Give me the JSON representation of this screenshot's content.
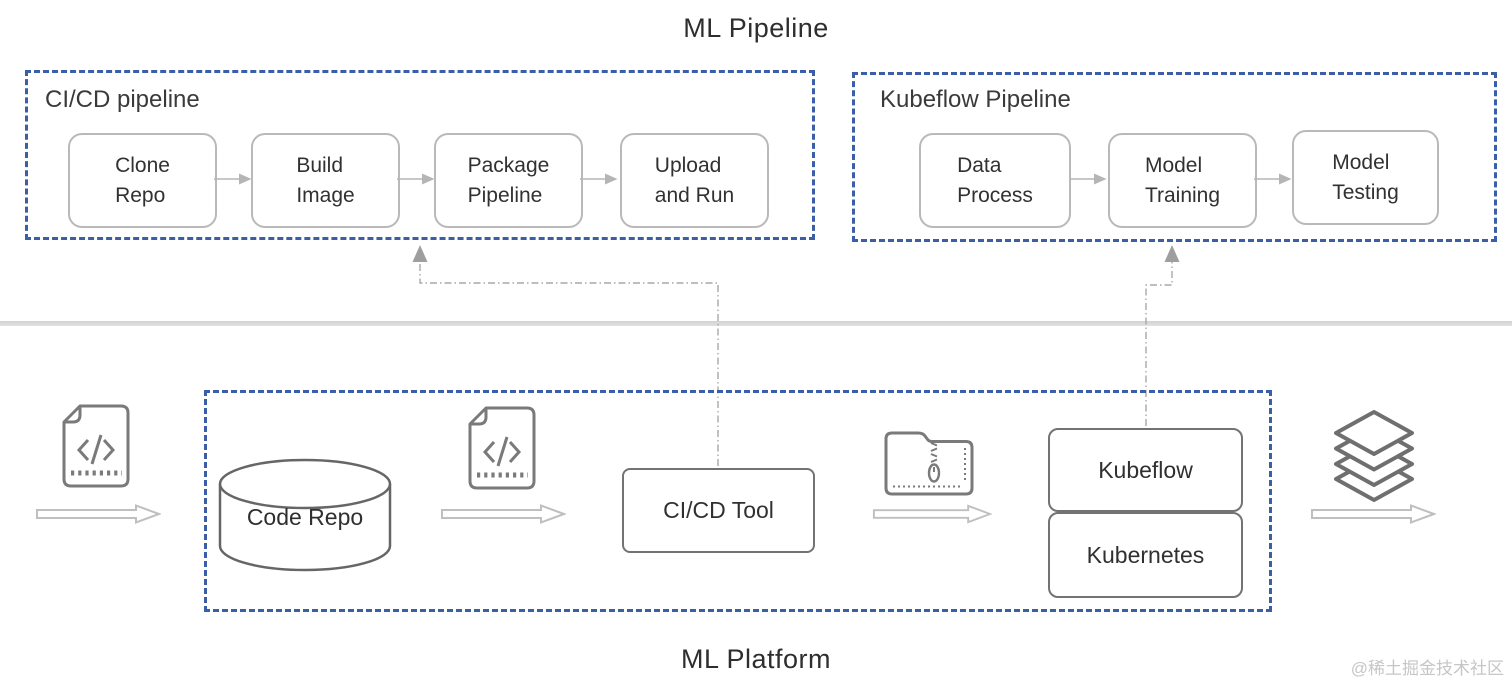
{
  "title": "ML Pipeline",
  "footer_title": "ML Platform",
  "watermark": "@稀土掘金技术社区",
  "colors": {
    "dashed_border": "#3a5fa8",
    "step_border": "#b9b9b9",
    "node_border": "#737373",
    "connector": "#a9a9a9",
    "icon_stroke": "#7a7a7a",
    "divider": "#d8d8d8"
  },
  "cicd_pipeline": {
    "label": "CI/CD pipeline",
    "steps": [
      {
        "lines": [
          "Clone",
          "Repo"
        ]
      },
      {
        "lines": [
          "Build",
          "Image"
        ]
      },
      {
        "lines": [
          "Package",
          "Pipeline"
        ]
      },
      {
        "lines": [
          "Upload",
          "and Run"
        ]
      }
    ]
  },
  "kubeflow_pipeline": {
    "label": "Kubeflow Pipeline",
    "steps": [
      {
        "lines": [
          "Data",
          "Process"
        ]
      },
      {
        "lines": [
          "Model",
          "Training"
        ]
      },
      {
        "lines": [
          "Model",
          "Testing"
        ]
      }
    ]
  },
  "platform": {
    "code_repo": "Code Repo",
    "cicd_tool": "CI/CD Tool",
    "kubeflow": "Kubeflow",
    "kubernetes": "Kubernetes",
    "icons": {
      "source_input": "code-file-icon",
      "commit": "code-file-icon",
      "package": "zip-folder-icon",
      "output": "layers-icon"
    }
  }
}
